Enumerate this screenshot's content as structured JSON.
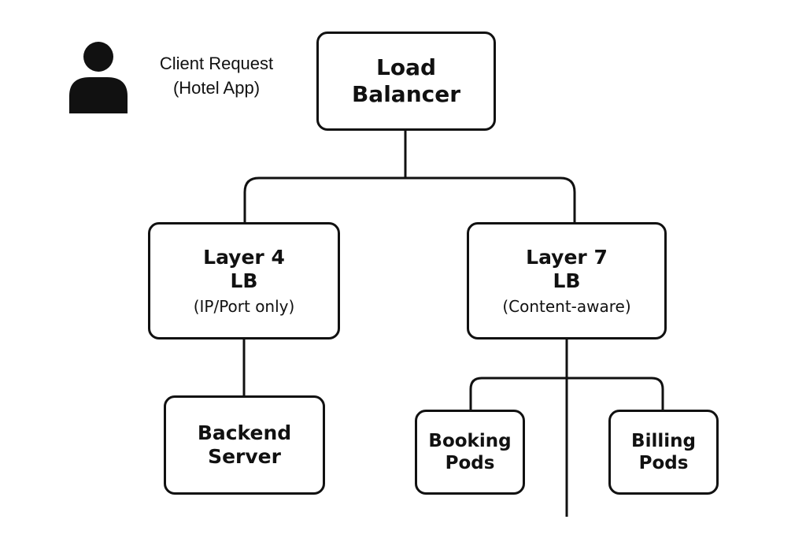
{
  "client": {
    "icon": "person-icon",
    "line1": "Client Request",
    "line2": "(Hotel App)"
  },
  "nodes": {
    "load_balancer": {
      "line1": "Load",
      "line2": "Balancer"
    },
    "layer4": {
      "line1": "Layer 4",
      "line2": "LB",
      "detail": "(IP/Port only)"
    },
    "layer7": {
      "line1": "Layer 7",
      "line2": "LB",
      "detail": "(Content-aware)"
    },
    "backend": {
      "line1": "Backend",
      "line2": "Server"
    },
    "booking": {
      "line1": "Booking",
      "line2": "Pods"
    },
    "billing": {
      "line1": "Billing",
      "line2": "Pods"
    }
  },
  "colors": {
    "stroke": "#111111",
    "background": "#ffffff"
  }
}
